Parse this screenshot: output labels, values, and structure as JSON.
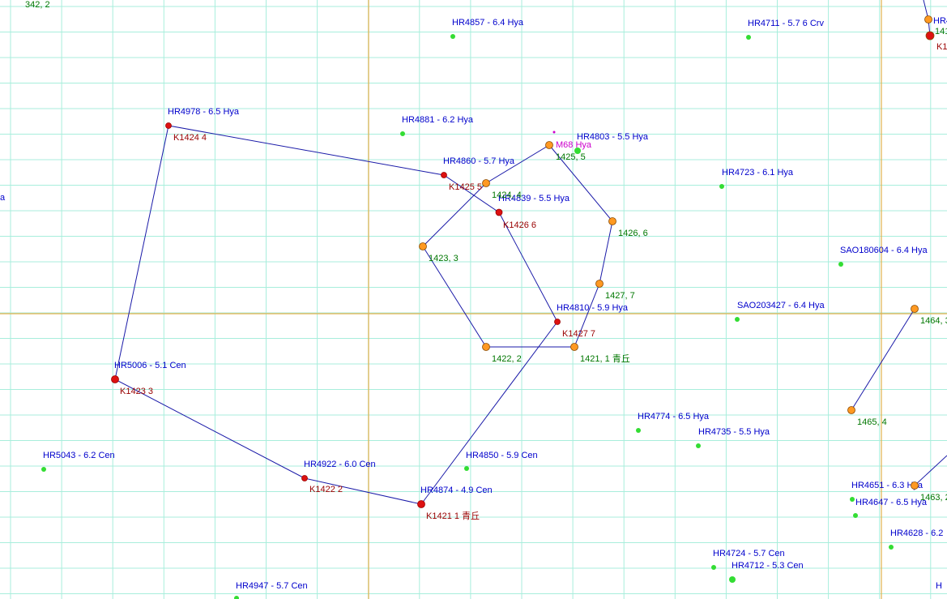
{
  "colors": {
    "grid": "#a8eedc",
    "gridMajor": "#e3b14c",
    "line": "#1a1aa8",
    "star": "#33dd33",
    "vertexRed": "#dd1111",
    "vertexOrange": "#ff9922",
    "labelBlue": "#0000cc",
    "labelGreen": "#007700",
    "labelRed": "#990000",
    "labelMagenta": "#cc00cc"
  },
  "stars": [
    {
      "id": "hr4857",
      "label": "HR4857 - 6.4 Hya"
    },
    {
      "id": "hr4711",
      "label": "HR4711 - 5.7  6 Crv"
    },
    {
      "id": "hr4881",
      "label": "HR4881 - 6.2  Hya"
    },
    {
      "id": "hr4803",
      "label": "HR4803 - 5.5  Hya"
    },
    {
      "id": "hr4723",
      "label": "HR4723 - 6.1  Hya"
    },
    {
      "id": "sao180604",
      "label": "SAO180604 - 6.4  Hya"
    },
    {
      "id": "sao203427",
      "label": "SAO203427 - 6.4  Hya"
    },
    {
      "id": "hr4774",
      "label": "HR4774 - 6.5  Hya"
    },
    {
      "id": "hr4735",
      "label": "HR4735 - 5.5  Hya"
    },
    {
      "id": "hr5043",
      "label": "HR5043 - 6.2  Cen"
    },
    {
      "id": "hr4850",
      "label": "HR4850 - 5.9  Cen"
    },
    {
      "id": "hr4651",
      "label": "HR4651 - 6.3  Hya"
    },
    {
      "id": "hr4647",
      "label": "HR4647 - 6.5  Hya"
    },
    {
      "id": "hr4628",
      "label": "HR4628 - 6.2"
    },
    {
      "id": "hr4724",
      "label": "HR4724 - 5.7  Cen"
    },
    {
      "id": "hr4712",
      "label": "HR4712 - 5.3  Cen"
    },
    {
      "id": "hr4947",
      "label": "HR4947 - 5.7  Cen"
    }
  ],
  "vertices": [
    {
      "id": "k1424",
      "kind": "red",
      "label": "HR4978 - 6.5  Hya",
      "tag": "K1424 4"
    },
    {
      "id": "k1425",
      "kind": "red",
      "label": "HR4860 - 5.7  Hya",
      "tag": "K1425 5"
    },
    {
      "id": "k1426",
      "kind": "red",
      "label": "HR4839 - 5.5  Hya",
      "tag": "K1426 6"
    },
    {
      "id": "k1427",
      "kind": "red",
      "label": "HR4810 - 5.9  Hya",
      "tag": "K1427 7"
    },
    {
      "id": "k1423",
      "kind": "red",
      "label": "HR5006 - 5.1  Cen",
      "tag": "K1423 3"
    },
    {
      "id": "k1422",
      "kind": "red",
      "label": "HR4922 - 6.0  Cen",
      "tag": "K1422 2"
    },
    {
      "id": "k1421",
      "kind": "red",
      "label": "HR4874 - 4.9  Cen",
      "tag": "K1421 1 青丘"
    },
    {
      "id": "o1425",
      "kind": "orange",
      "tag": "1425, 5"
    },
    {
      "id": "o1424",
      "kind": "orange",
      "tag": "1424, 4"
    },
    {
      "id": "o1426",
      "kind": "orange",
      "tag": "1426, 6"
    },
    {
      "id": "o1423",
      "kind": "orange",
      "tag": "1423, 3"
    },
    {
      "id": "o1427",
      "kind": "orange",
      "tag": "1427, 7"
    },
    {
      "id": "o1422",
      "kind": "orange",
      "tag": "1422, 2"
    },
    {
      "id": "o1421",
      "kind": "orange",
      "tag": "1421, 1 青丘"
    },
    {
      "id": "o1464",
      "kind": "orange",
      "tag": "1464, 3"
    },
    {
      "id": "o1465",
      "kind": "orange",
      "tag": "1465, 4"
    },
    {
      "id": "o1463",
      "kind": "orange",
      "tag": "1463, 2"
    }
  ],
  "nebula": {
    "label": "M68 Hya"
  },
  "edge_labels": {
    "top_left": "342, 2",
    "top_right_blue": "HR4",
    "top_right_green": "141",
    "top_right_red": "K1",
    "left_cut": "a",
    "bottom_right_cut": "H"
  }
}
